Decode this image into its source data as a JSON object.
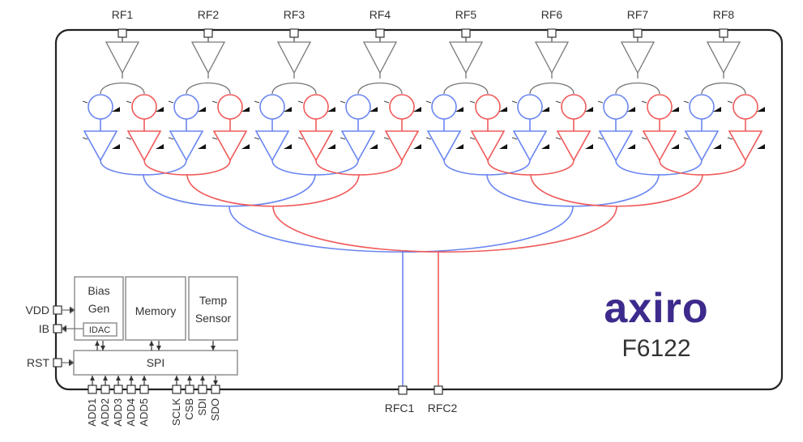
{
  "rf_ports": [
    "RF1",
    "RF2",
    "RF3",
    "RF4",
    "RF5",
    "RF6",
    "RF7",
    "RF8"
  ],
  "common_ports": [
    "RFC1",
    "RFC2"
  ],
  "left_pins": [
    "VDD",
    "IB",
    "RST"
  ],
  "blocks": {
    "bias_gen": [
      "Bias",
      "Gen"
    ],
    "idac": "IDAC",
    "memory": "Memory",
    "temp_sensor": [
      "Temp",
      "Sensor"
    ],
    "spi": "SPI"
  },
  "address_pins": [
    "ADD1",
    "ADD2",
    "ADD3",
    "ADD4",
    "ADD5"
  ],
  "spi_pins": [
    "SCLK",
    "CSB",
    "SDI",
    "SDO"
  ],
  "brand": {
    "logo": "axiro",
    "part_number": "F6122",
    "logo_color": "#3d2a8c"
  },
  "colors": {
    "path_1": "#6a86f0",
    "path_2": "#f05a5a"
  }
}
